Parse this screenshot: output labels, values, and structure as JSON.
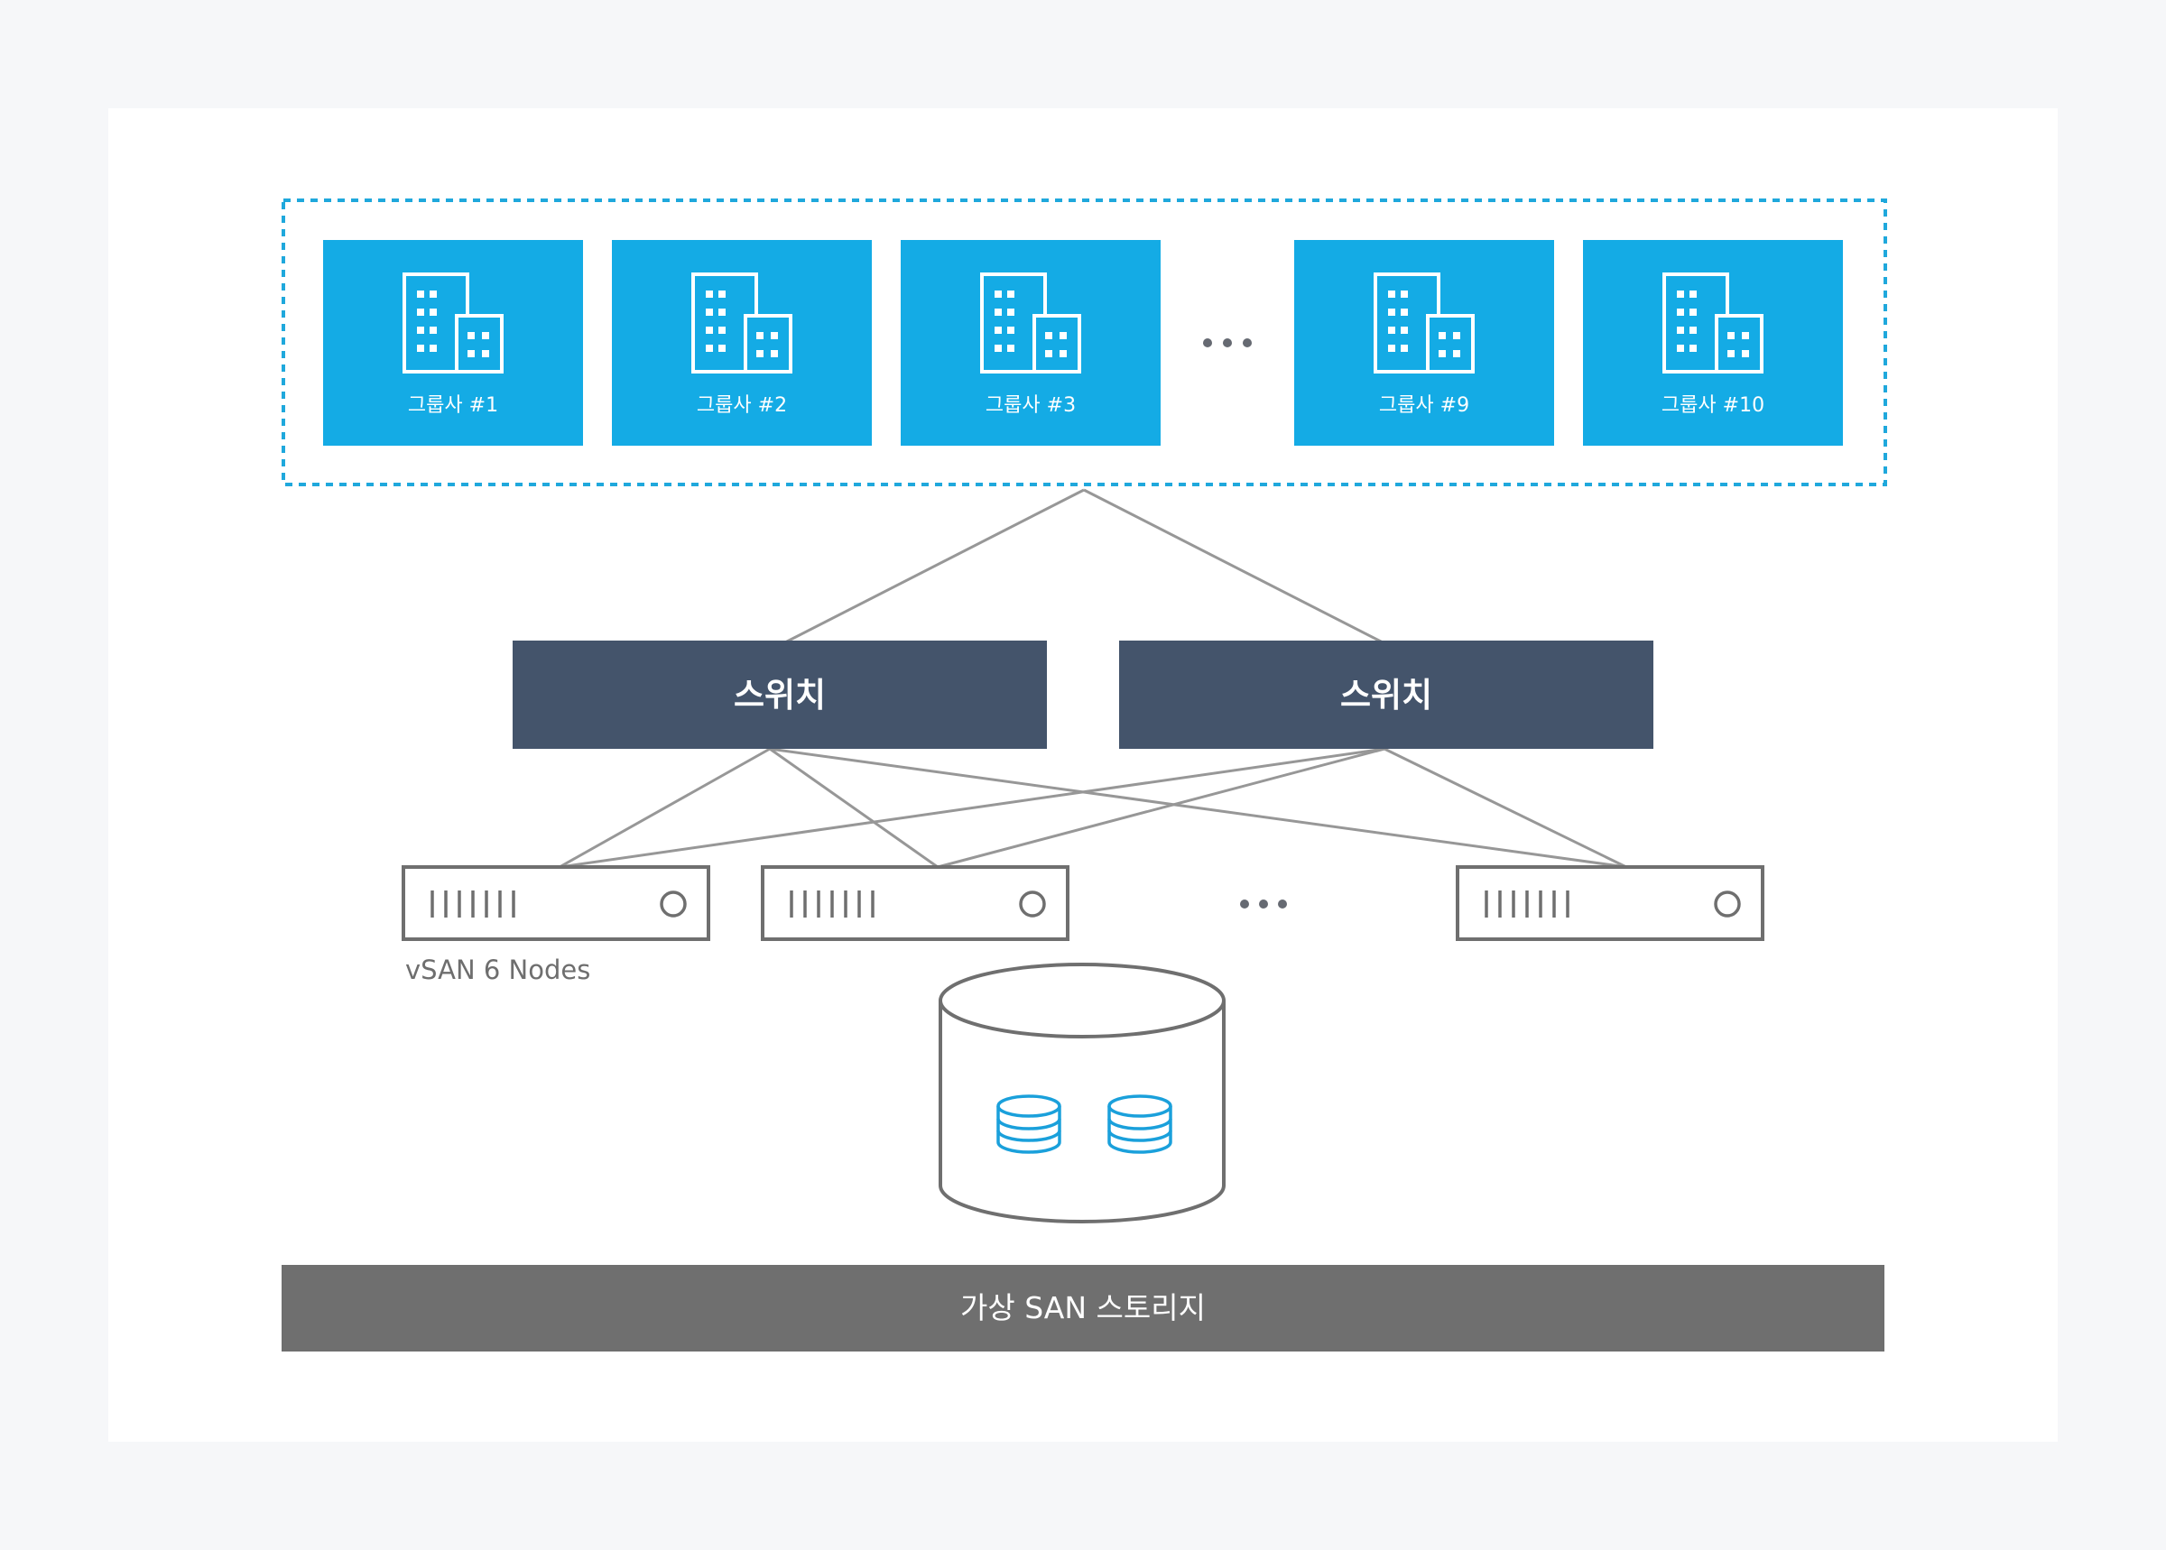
{
  "companies": {
    "items": [
      {
        "label": "그룹사 #1",
        "icon": "building-icon"
      },
      {
        "label": "그룹사 #2",
        "icon": "building-icon"
      },
      {
        "label": "그룹사 #3",
        "icon": "building-icon"
      },
      {
        "label": "그룹사 #9",
        "icon": "building-icon"
      },
      {
        "label": "그룹사 #10",
        "icon": "building-icon"
      }
    ]
  },
  "switches": [
    {
      "label": "스위치"
    },
    {
      "label": "스위치"
    }
  ],
  "nodes": {
    "caption": "vSAN 6 Nodes",
    "icon": "server-icon"
  },
  "storage": {
    "icon": "database-icon",
    "label": "가상 SAN 스토리지"
  },
  "colors": {
    "company_fill": "#14abe5",
    "dashed_border": "#1fa8dc",
    "switch_fill": "#44546b",
    "storage_bar": "#6f6f6f",
    "line": "#979797",
    "disk_icon": "#1aa0db"
  }
}
